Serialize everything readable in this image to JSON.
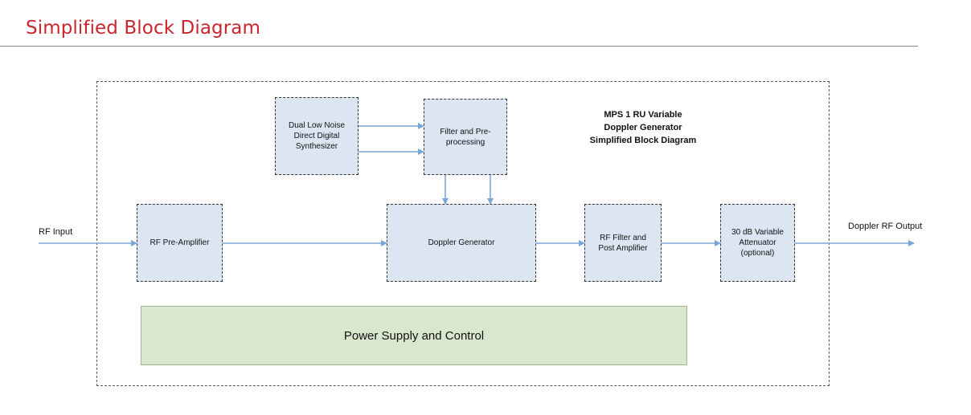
{
  "page": {
    "title": "Simplified Block Diagram"
  },
  "diagram": {
    "caption": {
      "line1": "MPS 1 RU  Variable",
      "line2": "Doppler Generator",
      "line3": "Simplified Block Diagram"
    },
    "rf_input_label": "RF Input",
    "rf_output_label": "Doppler RF Output",
    "blocks": {
      "dds": {
        "line1": "Dual Low Noise",
        "line2": "Direct Digital",
        "line3": "Synthesizer"
      },
      "filter_pre": {
        "line1": "Filter and Pre-",
        "line2": "processing"
      },
      "rf_preamp": {
        "line1": "RF Pre-Amplifier"
      },
      "doppler_gen": {
        "line1": "Doppler Generator"
      },
      "rf_filter_post": {
        "line1": "RF Filter and",
        "line2": "Post Amplifier"
      },
      "attenuator": {
        "line1": "30 dB Variable",
        "line2": "Attenuator",
        "line3": "(optional)"
      },
      "power": {
        "label": "Power Supply and Control"
      }
    },
    "colors": {
      "title": "#c8262c",
      "block_fill": "#dce6f2",
      "power_fill": "#d9e7cf",
      "arrow": "#7aa6d8"
    }
  }
}
